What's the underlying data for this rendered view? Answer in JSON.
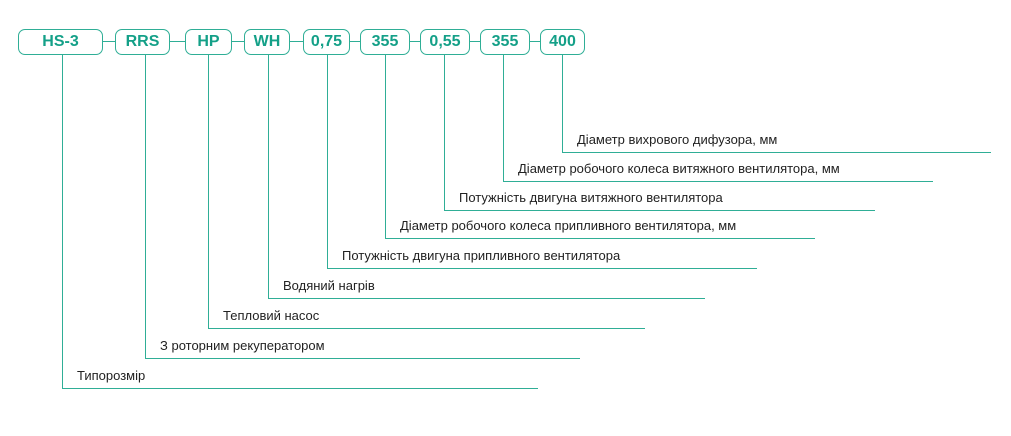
{
  "codes": [
    "HS-3",
    "RRS",
    "HP",
    "WH",
    "0,75",
    "355",
    "0,55",
    "355",
    "400"
  ],
  "labels": [
    "Типорозмір",
    "З роторним рекуператором",
    "Тепловий насос",
    "Водяний нагрів",
    "Потужність двигуна припливного вентилятора",
    "Діаметр робочого колеса припливного вентилятора, мм",
    "Потужність двигуна витяжного вентилятора",
    "Діаметр робочого колеса витяжного вентилятора, мм",
    "Діаметр вихрового дифузора, мм"
  ],
  "accent": "#2fae96"
}
